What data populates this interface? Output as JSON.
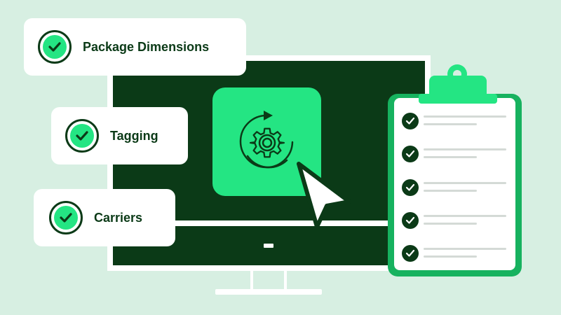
{
  "checklist_cards": [
    {
      "label": "Package Dimensions",
      "icon": "check-circle-icon"
    },
    {
      "label": "Tagging",
      "icon": "check-circle-icon"
    },
    {
      "label": "Carriers",
      "icon": "check-circle-icon"
    }
  ],
  "app_tile": {
    "icon": "gear-sync-icon"
  },
  "cursor": {
    "icon": "pointer-cursor-icon"
  },
  "clipboard": {
    "icon": "clipboard-icon",
    "items": [
      {
        "checked": true
      },
      {
        "checked": true
      },
      {
        "checked": true
      },
      {
        "checked": true
      },
      {
        "checked": true
      }
    ]
  },
  "colors": {
    "background": "#d7efe2",
    "dark_green": "#0b3a17",
    "bright_green": "#24e583",
    "clipboard_green": "#17b25f",
    "white": "#ffffff"
  }
}
